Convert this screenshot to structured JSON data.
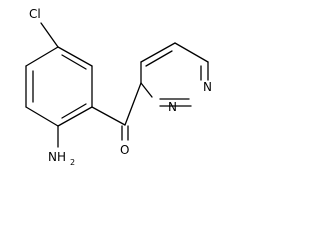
{
  "molecule": {
    "atom_labels": {
      "chlorine": "Cl",
      "amine": "NH",
      "amine_subscript": "2",
      "oxygen": "O",
      "ring_nitrogen_1": "N",
      "ring_nitrogen_2": "N"
    },
    "colors": {
      "bond": "#000000",
      "label": "#000000",
      "background": "#ffffff"
    }
  }
}
